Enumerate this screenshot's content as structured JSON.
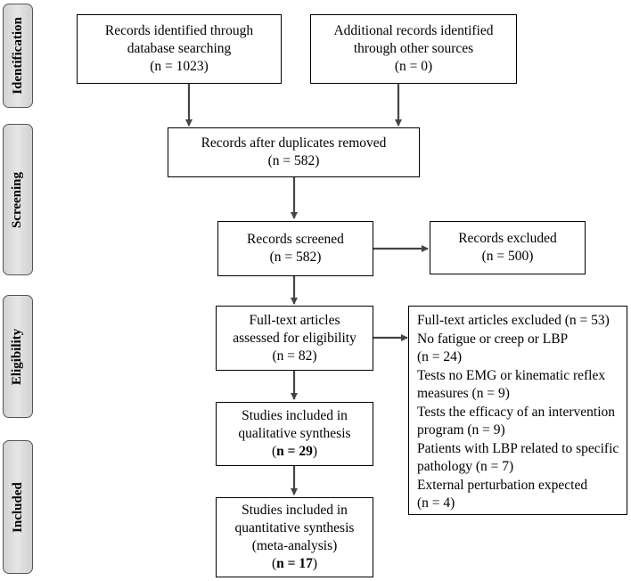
{
  "stages": {
    "identification": "Identification",
    "screening": "Screening",
    "eligibility": "Eligibility",
    "included": "Included"
  },
  "boxes": {
    "db_search": {
      "line1": "Records identified through",
      "line2": "database searching",
      "line3": "(n = 1023)"
    },
    "other_sources": {
      "line1": "Additional records identified",
      "line2": "through other sources",
      "line3": "(n = 0)"
    },
    "after_duplicates": {
      "line1": "Records after duplicates removed",
      "line2": "(n = 582)"
    },
    "screened": {
      "line1": "Records screened",
      "line2": "(n = 582)"
    },
    "excluded": {
      "line1": "Records excluded",
      "line2": "(n = 500)"
    },
    "fulltext": {
      "line1": "Full-text articles",
      "line2": "assessed for eligibility",
      "line3": "(n = 82)"
    },
    "qualitative": {
      "line1": "Studies included in",
      "line2": "qualitative synthesis",
      "open": "(",
      "count": "n = 29",
      "close": ")"
    },
    "quantitative": {
      "line1": "Studies included in",
      "line2": "quantitative synthesis",
      "line3": "(meta-analysis)",
      "open": "(",
      "count": "n = 17",
      "close": ")"
    }
  },
  "fulltext_excluded": {
    "heading": "Full-text articles excluded (n = 53)",
    "reasons": [
      {
        "line1": "No fatigue or creep or LBP",
        "line2": "(n = 24)"
      },
      {
        "line1": "Tests no EMG or kinematic reflex",
        "line2": "measures (n = 9)"
      },
      {
        "line1": "Tests the efficacy of an intervention",
        "line2": "program (n = 9)"
      },
      {
        "line1": "Patients with LBP related to specific",
        "line2": "pathology (n = 7)"
      },
      {
        "line1": "External perturbation expected",
        "line2": "(n = 4)"
      }
    ]
  }
}
